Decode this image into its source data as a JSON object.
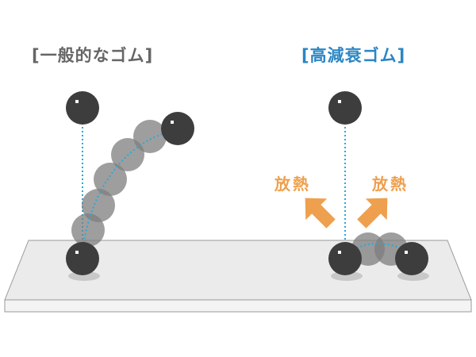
{
  "labels": {
    "general_rubber": "[一般的なゴム]",
    "high_damping_rubber": "[高減衰ゴム]"
  },
  "heat_labels": {
    "left": "放熱",
    "right": "放熱"
  },
  "colors": {
    "label_general": "#666666",
    "label_high_damping": "#2a86c4",
    "heat": "#eea04e",
    "ball": "#3d3d3d",
    "trail_ball": "#7e7e7e",
    "plate_top": "#ebebeb",
    "plate_edge": "#f4f4f4",
    "drop_line": "#2aa9d8",
    "end_arrow": "#e4512f"
  },
  "icons": {
    "heat_arrow": "arrow-up-icon",
    "ball": "ball-icon"
  }
}
